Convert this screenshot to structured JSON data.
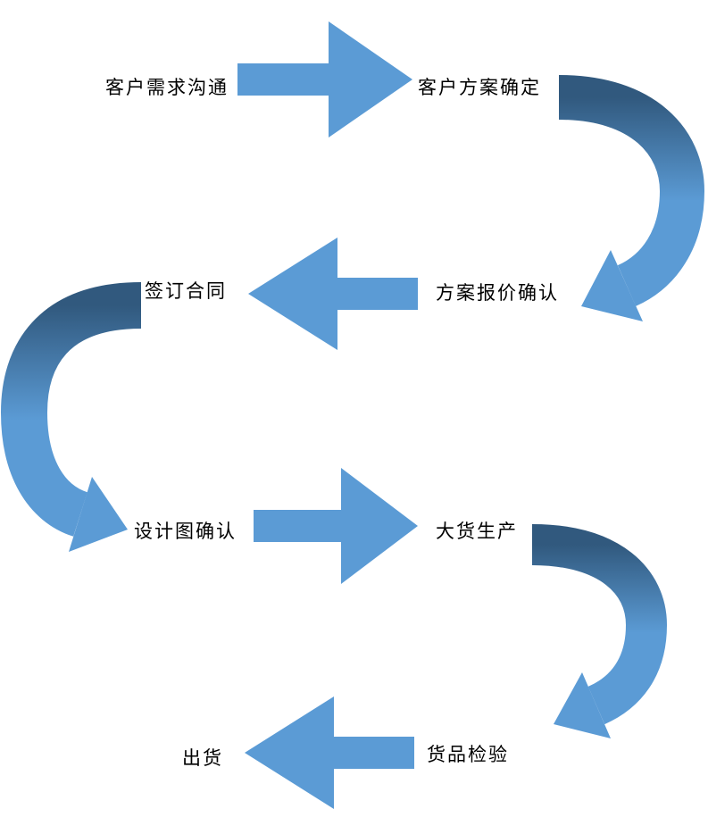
{
  "diagram": {
    "type": "process-flow",
    "steps": [
      {
        "label": "客户需求沟通"
      },
      {
        "label": "客户方案确定"
      },
      {
        "label": "方案报价确认"
      },
      {
        "label": "签订合同"
      },
      {
        "label": "设计图确认"
      },
      {
        "label": "大货生产"
      },
      {
        "label": "货品检验"
      },
      {
        "label": "出货"
      }
    ],
    "connections": [
      {
        "from": "客户需求沟通",
        "to": "客户方案确定",
        "type": "straight-arrow-right"
      },
      {
        "from": "客户方案确定",
        "to": "方案报价确认",
        "type": "curved-arrow-down-right-side"
      },
      {
        "from": "方案报价确认",
        "to": "签订合同",
        "type": "straight-arrow-left"
      },
      {
        "from": "签订合同",
        "to": "设计图确认",
        "type": "curved-arrow-down-left-side"
      },
      {
        "from": "设计图确认",
        "to": "大货生产",
        "type": "straight-arrow-right"
      },
      {
        "from": "大货生产",
        "to": "货品检验",
        "type": "curved-arrow-down-right-side"
      },
      {
        "from": "货品检验",
        "to": "出货",
        "type": "straight-arrow-left"
      }
    ],
    "colors": {
      "arrow_light": "#5B9BD5",
      "arrow_dark": "#31597E",
      "text": "#000000",
      "background": "#FFFFFF"
    }
  }
}
